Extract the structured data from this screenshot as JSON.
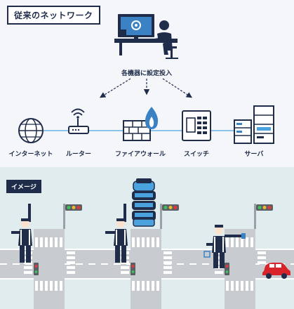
{
  "header": {
    "title": "従来のネットワーク"
  },
  "admin": {
    "caption": "各機器に設定投入"
  },
  "devices": [
    {
      "label": "インターネット",
      "icon": "globe-icon"
    },
    {
      "label": "ルーター",
      "icon": "router-icon"
    },
    {
      "label": "ファイアウォール",
      "icon": "firewall-icon"
    },
    {
      "label": "スイッチ",
      "icon": "switch-icon"
    },
    {
      "label": "サーバ",
      "icon": "server-icon"
    }
  ],
  "image_section": {
    "badge": "イメージ"
  },
  "colors": {
    "navy": "#1f2d4a",
    "accent": "#3b82c4",
    "link": "#4aa3df",
    "road": "#c8ccd0",
    "car_red": "#d8232a"
  }
}
